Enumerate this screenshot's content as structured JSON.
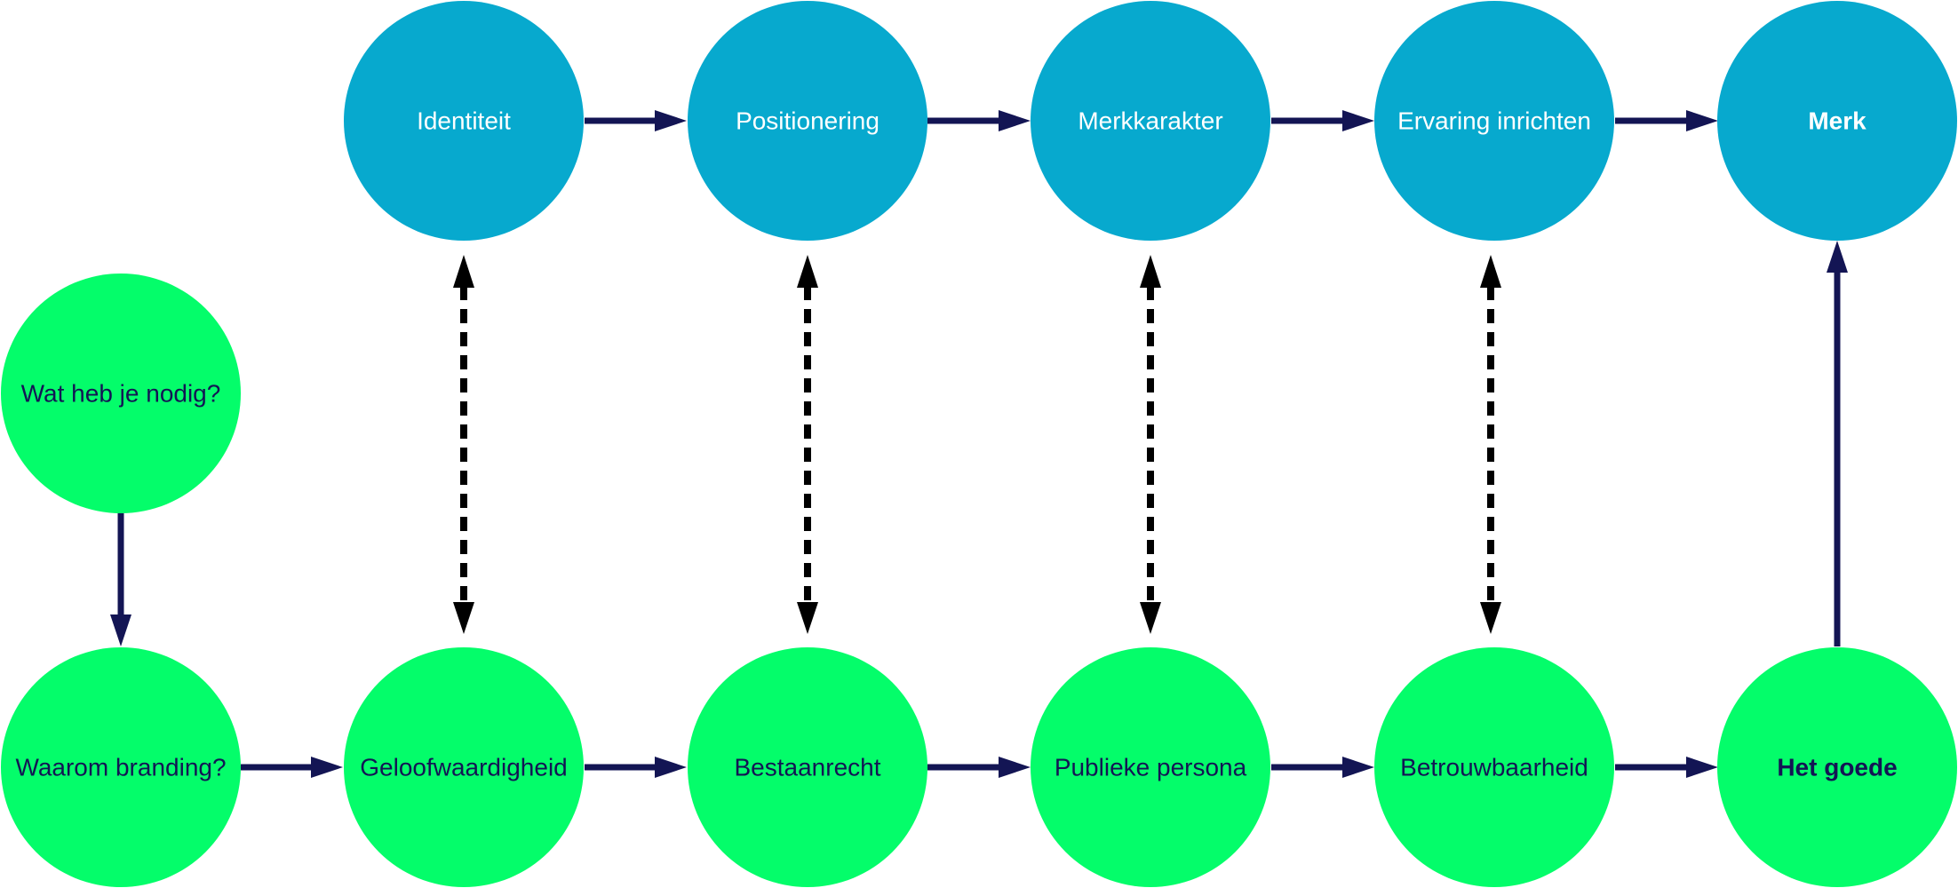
{
  "colors": {
    "top_fill": "#07A9CE",
    "bottom_fill": "#04FD6A",
    "top_text": "#FFFFFF",
    "bottom_text": "#131554",
    "solid_arrow": "#131554",
    "dashed_arrow": "#000000",
    "background": "#FFFFFF"
  },
  "nodes": {
    "identiteit": "Identiteit",
    "positionering": "Positionering",
    "merkkarakter": "Merkkarakter",
    "ervaring_inrichten": "Ervaring inrichten",
    "merk": "Merk",
    "wat_heb_je_nodig": "Wat heb je nodig?",
    "waarom_branding": "Waarom branding?",
    "geloofwaardigheid": "Geloofwaardigheid",
    "bestaanrecht": "Bestaanrecht",
    "publieke_persona": "Publieke persona",
    "betrouwbaarheid": "Betrouwbaarheid",
    "het_goede": "Het goede"
  },
  "edges": [
    {
      "from": "wat_heb_je_nodig",
      "to": "waarom_branding",
      "style": "solid"
    },
    {
      "from": "waarom_branding",
      "to": "geloofwaardigheid",
      "style": "solid"
    },
    {
      "from": "geloofwaardigheid",
      "to": "bestaanrecht",
      "style": "solid"
    },
    {
      "from": "bestaanrecht",
      "to": "publieke_persona",
      "style": "solid"
    },
    {
      "from": "publieke_persona",
      "to": "betrouwbaarheid",
      "style": "solid"
    },
    {
      "from": "betrouwbaarheid",
      "to": "het_goede",
      "style": "solid"
    },
    {
      "from": "het_goede",
      "to": "merk",
      "style": "solid"
    },
    {
      "from": "identiteit",
      "to": "positionering",
      "style": "solid"
    },
    {
      "from": "positionering",
      "to": "merkkarakter",
      "style": "solid"
    },
    {
      "from": "merkkarakter",
      "to": "ervaring_inrichten",
      "style": "solid"
    },
    {
      "from": "ervaring_inrichten",
      "to": "merk",
      "style": "solid"
    },
    {
      "from": "identiteit",
      "to": "geloofwaardigheid",
      "style": "dashed-bidirectional"
    },
    {
      "from": "positionering",
      "to": "bestaanrecht",
      "style": "dashed-bidirectional"
    },
    {
      "from": "merkkarakter",
      "to": "publieke_persona",
      "style": "dashed-bidirectional"
    },
    {
      "from": "ervaring_inrichten",
      "to": "betrouwbaarheid",
      "style": "dashed-bidirectional"
    }
  ]
}
